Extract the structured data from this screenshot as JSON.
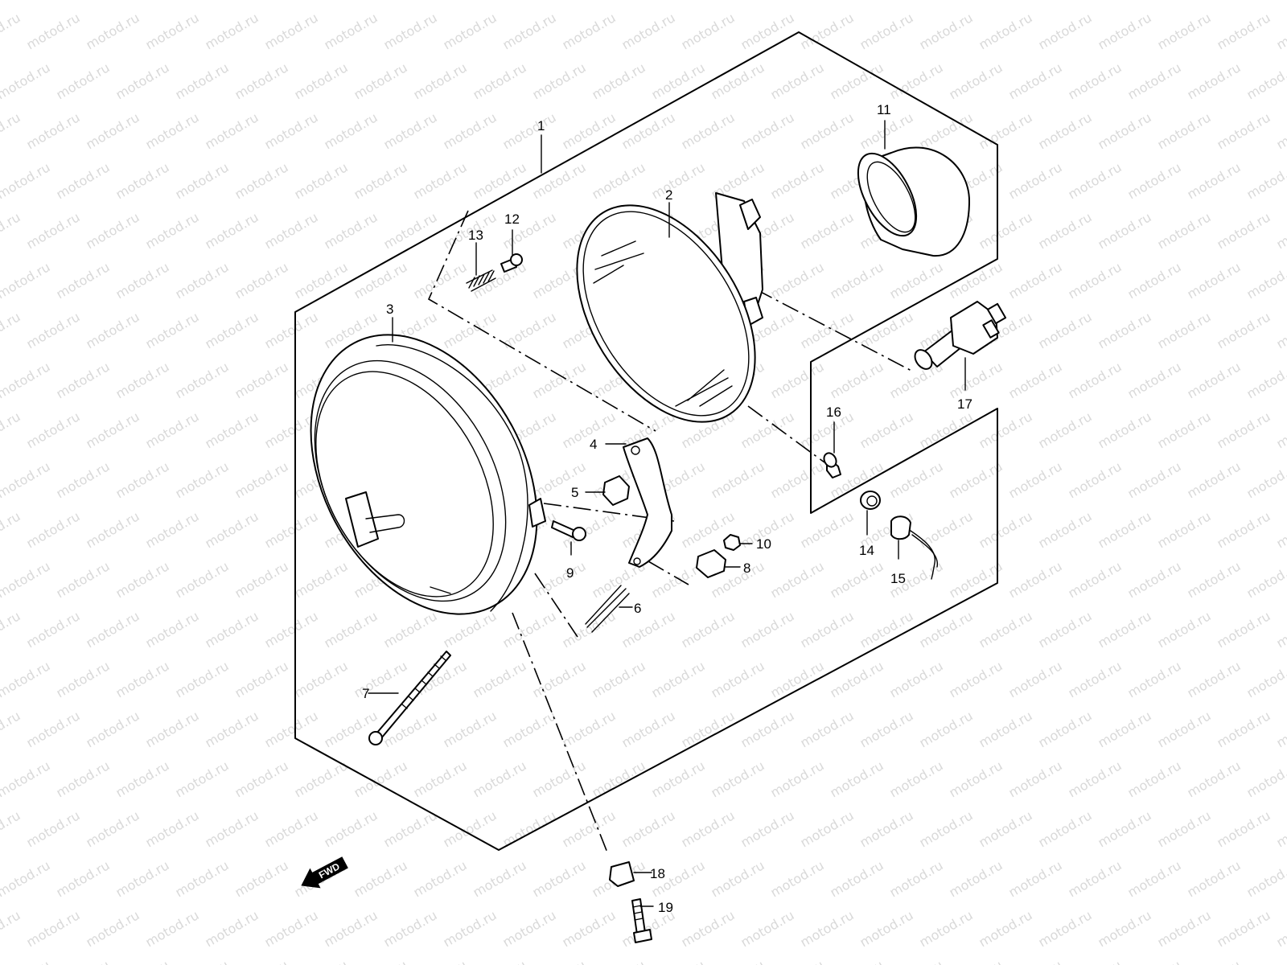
{
  "watermark": {
    "text": "motod.ru",
    "color": "#d9d9d9"
  },
  "fwd_label": "FWD",
  "callouts": [
    {
      "id": "1",
      "label": "1"
    },
    {
      "id": "2",
      "label": "2"
    },
    {
      "id": "3",
      "label": "3"
    },
    {
      "id": "4",
      "label": "4"
    },
    {
      "id": "5",
      "label": "5"
    },
    {
      "id": "6",
      "label": "6"
    },
    {
      "id": "7",
      "label": "7"
    },
    {
      "id": "8",
      "label": "8"
    },
    {
      "id": "9",
      "label": "9"
    },
    {
      "id": "10",
      "label": "10"
    },
    {
      "id": "11",
      "label": "11"
    },
    {
      "id": "12",
      "label": "12"
    },
    {
      "id": "13",
      "label": "13"
    },
    {
      "id": "14",
      "label": "14"
    },
    {
      "id": "15",
      "label": "15"
    },
    {
      "id": "16",
      "label": "16"
    },
    {
      "id": "17",
      "label": "17"
    },
    {
      "id": "18",
      "label": "18"
    },
    {
      "id": "19",
      "label": "19"
    }
  ]
}
